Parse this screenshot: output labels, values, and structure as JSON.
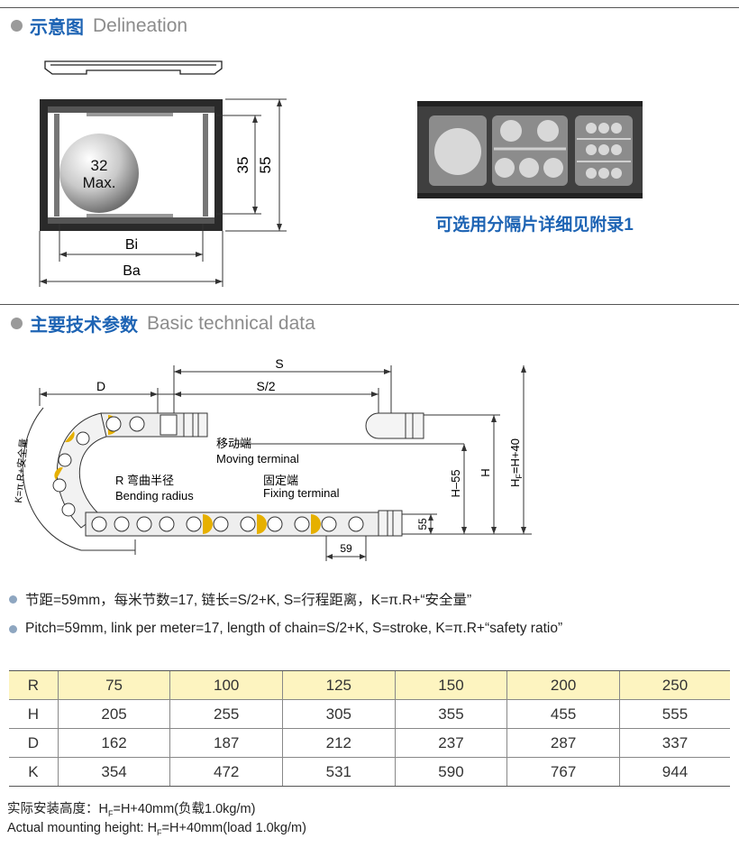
{
  "sections": {
    "delineation": {
      "cn": "示意图",
      "en": "Delineation"
    },
    "basic": {
      "cn": "主要技术参数",
      "en": "Basic technical data"
    }
  },
  "delineation": {
    "ball_line1": "32",
    "ball_line2": "Max.",
    "dim_35": "35",
    "dim_55": "55",
    "bi": "Bi",
    "ba": "Ba",
    "separator_caption": "可选用分隔片详细见附录1"
  },
  "diagram": {
    "s": "S",
    "s_half": "S/2",
    "d": "D",
    "k_formula": "K=π.R+安全量",
    "moving_cn": "移动端",
    "moving_en": "Moving terminal",
    "bend_cn": "R 弯曲半径",
    "bend_en": "Bending radius",
    "fixing_cn": "固定端",
    "fixing_en": "Fixing terminal",
    "h_minus": "H–55",
    "h": "H",
    "hf_label": "H",
    "hf_sub": "F",
    "hf_rest": "=H+40",
    "dim_55": "55",
    "dim_59": "59"
  },
  "notes": [
    "节距=59mm，每米节数=17, 链长=S/2+K, S=行程距离，K=π.R+“安全量”",
    "Pitch=59mm, link per meter=17, length of chain=S/2+K, S=stroke, K=π.R+“safety ratio”"
  ],
  "table": {
    "rows": [
      [
        "R",
        "75",
        "100",
        "125",
        "150",
        "200",
        "250"
      ],
      [
        "H",
        "205",
        "255",
        "305",
        "355",
        "455",
        "555"
      ],
      [
        "D",
        "162",
        "187",
        "212",
        "237",
        "287",
        "337"
      ],
      [
        "K",
        "354",
        "472",
        "531",
        "590",
        "767",
        "944"
      ]
    ]
  },
  "footer": {
    "cn_prefix": "实际安装高度：H",
    "sub": "F",
    "cn_suffix": "=H+40mm(负载1.0kg/m)",
    "en_prefix": "Actual mounting height: H",
    "en_suffix": "=H+40mm(load 1.0kg/m)"
  },
  "colors": {
    "accent_blue": "#1e64b4",
    "table_head": "#fdf4c0"
  }
}
